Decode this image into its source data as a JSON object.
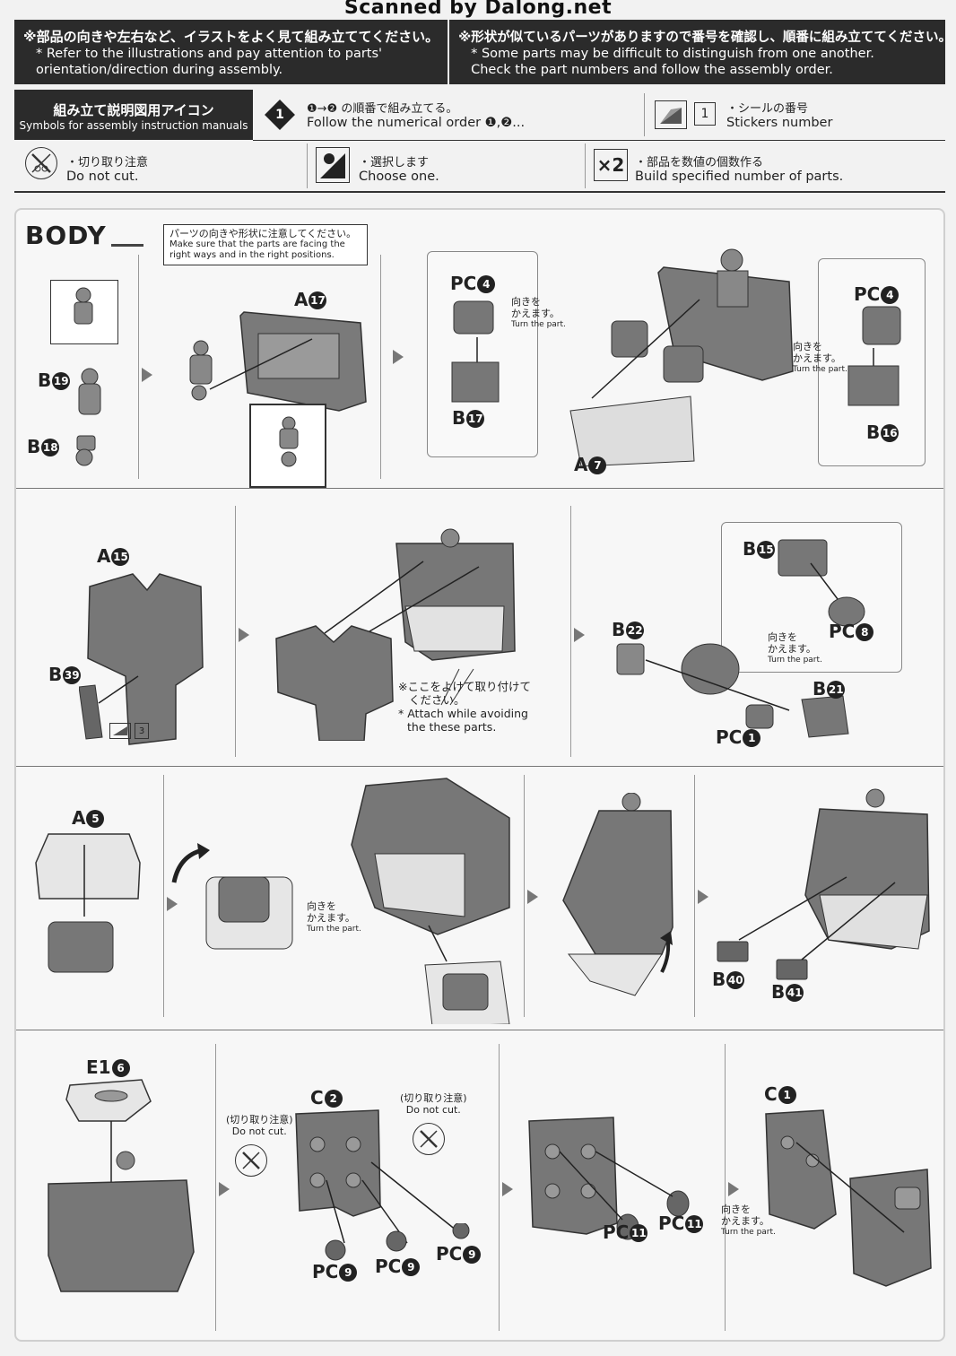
{
  "watermark": "Scanned by Dalong.net",
  "notice": {
    "left_jp": "※部品の向きや左右など、イラストをよく見て組み立ててください。",
    "left_en_1": "* Refer to the illustrations and pay attention to parts'",
    "left_en_2": "orientation/direction during assembly.",
    "right_jp": "※形状が似ているパーツがありますので番号を確認し、順番に組み立ててください。",
    "right_en_1": "* Some parts may be difficult to distinguish from one another.",
    "right_en_2": "Check the part numbers and follow the assembly order."
  },
  "legend": {
    "title_jp": "組み立て説明図用アイコン",
    "title_en": "Symbols for assembly instruction manuals",
    "order_num": "1",
    "order_jp": "❶→❷ の順番で組み立てる。",
    "order_en": "Follow the numerical order ❶,❷...",
    "sticker_num": "1",
    "sticker_jp": "・シールの番号",
    "sticker_en": "Stickers number",
    "nocut_jp": "・切り取り注意",
    "nocut_en": "Do not cut.",
    "choose_jp": "・選択します",
    "choose_en": "Choose one.",
    "multi_icon": "×2",
    "multi_jp": "・部品を数値の個数作る",
    "multi_en": "Build specified number of parts."
  },
  "section": {
    "title": "BODY",
    "caution_jp": "パーツの向きや形状に注意してください。",
    "caution_en_1": "Make sure that the parts are facing the",
    "caution_en_2": "right ways and in the right positions."
  },
  "labels": {
    "turn_jp_1": "向きを",
    "turn_jp_2": "かえます。",
    "turn_en": "Turn the part.",
    "avoid_jp_1": "※ここをよけて取り付けて",
    "avoid_jp_2": "ください。",
    "avoid_en_1": "* Attach while avoiding",
    "avoid_en_2": "the these parts.",
    "nocut_jp": "(切り取り注意)",
    "nocut_en": "Do not cut.",
    "sticker3": "3"
  },
  "parts": {
    "b19": "B",
    "b19n": "19",
    "b18": "B",
    "b18n": "18",
    "a17": "A",
    "a17n": "17",
    "pc4a": "PC",
    "pc4an": "4",
    "b17": "B",
    "b17n": "17",
    "a7": "A",
    "a7n": "7",
    "pc4b": "PC",
    "pc4bn": "4",
    "b16": "B",
    "b16n": "16",
    "a15": "A",
    "a15n": "15",
    "b39": "B",
    "b39n": "39",
    "b15": "B",
    "b15n": "15",
    "pc8": "PC",
    "pc8n": "8",
    "b22": "B",
    "b22n": "22",
    "b21": "B",
    "b21n": "21",
    "pc1": "PC",
    "pc1n": "1",
    "a5": "A",
    "a5n": "5",
    "b40": "B",
    "b40n": "40",
    "b41": "B",
    "b41n": "41",
    "e16": "E1",
    "e16n": "6",
    "c2": "C",
    "c2n": "2",
    "pc9a": "PC",
    "pc9an": "9",
    "pc9b": "PC",
    "pc9bn": "9",
    "pc9c": "PC",
    "pc9cn": "9",
    "pc11a": "PC",
    "pc11an": "11",
    "pc11b": "PC",
    "pc11bn": "11",
    "c1": "C",
    "c1n": "1"
  }
}
